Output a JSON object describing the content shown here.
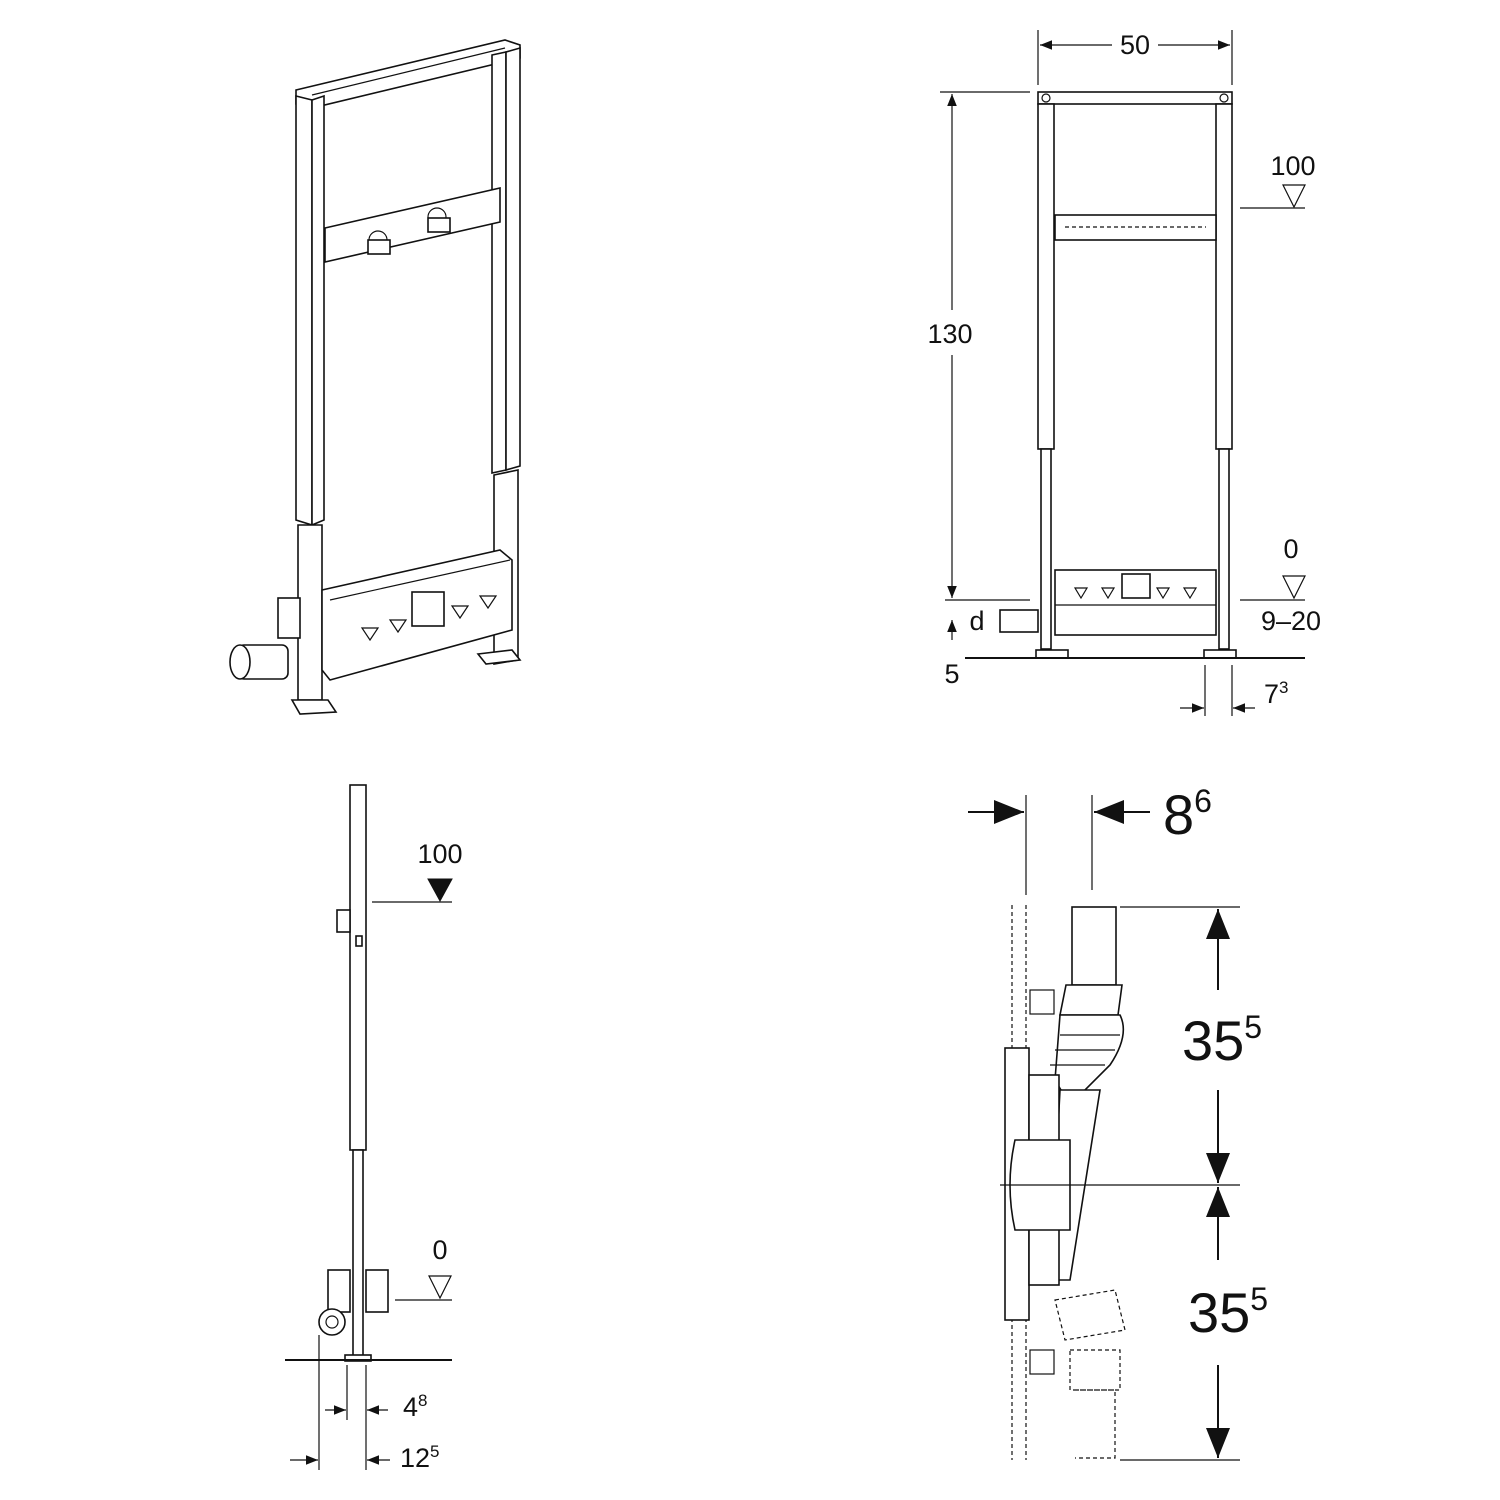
{
  "views": {
    "front": {
      "width": "50",
      "height": "130",
      "level_upper": "100",
      "level_zero": "0",
      "adjust_range": "9–20",
      "pipe_label": "d",
      "bottom_offset": "5",
      "foot_width_main": "7",
      "foot_width_sup": "3"
    },
    "side": {
      "level_upper": "100",
      "level_zero": "0",
      "depth_a_main": "4",
      "depth_a_sup": "8",
      "depth_b_main": "12",
      "depth_b_sup": "5"
    },
    "detail": {
      "offset_main": "8",
      "offset_sup": "6",
      "upper_main": "35",
      "upper_sup": "5",
      "lower_main": "35",
      "lower_sup": "5"
    }
  }
}
